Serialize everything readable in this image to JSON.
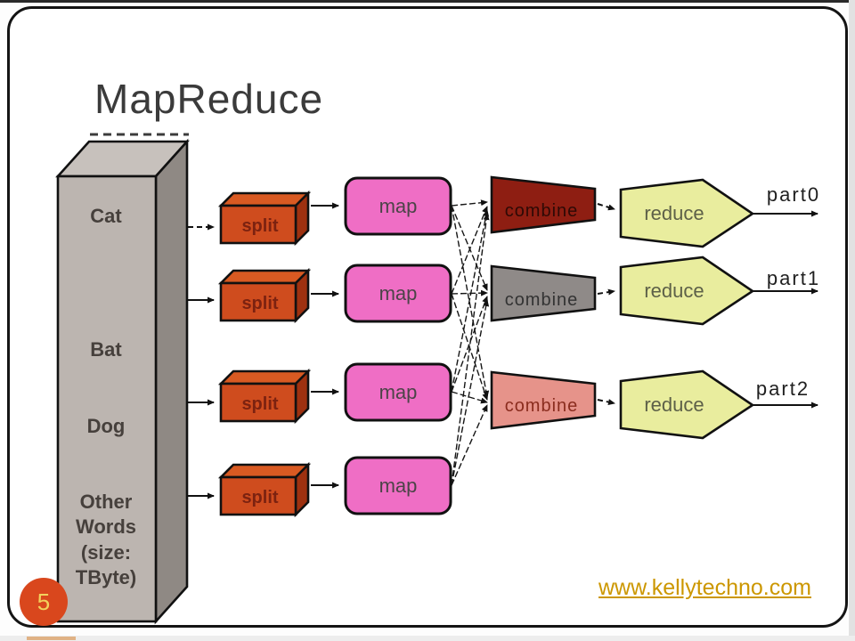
{
  "slide": {
    "title": "MapReduce",
    "page_number": "5",
    "link_text": "www.kellytechno.com"
  },
  "diagram": {
    "source": {
      "words": [
        "Cat",
        "Bat",
        "Dog"
      ],
      "size_lines": [
        "Other",
        "Words",
        "(size:",
        "TByte)"
      ]
    },
    "labels": {
      "split": "split",
      "map": "map",
      "combine": "combine",
      "reduce": "reduce"
    },
    "outputs": [
      "part0",
      "part1",
      "part2"
    ]
  },
  "colors": {
    "source_front": "#bcb5b0",
    "source_top": "#c7c1bc",
    "source_side": "#8f8984",
    "split_front": "#cf4c1e",
    "split_top": "#d95a22",
    "split_side": "#9e3110",
    "map_fill": "#ef6ec5",
    "combine1_fill": "#8e1e12",
    "combine1_text": "#2e0a06",
    "combine2_fill": "#8f8a88",
    "combine2_text": "#333333",
    "combine3_fill": "#e6938a",
    "combine3_text": "#8a2c1e",
    "reduce_fill": "#e9ed9e",
    "page_badge": "#d9471d",
    "link_gold": "#cc9700"
  }
}
